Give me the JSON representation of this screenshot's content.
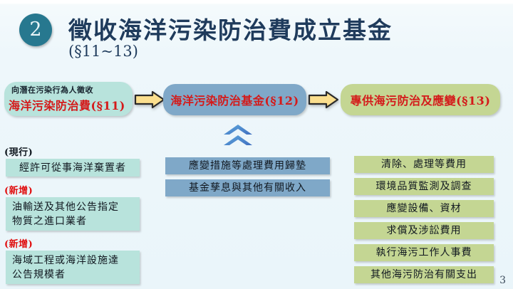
{
  "slide": {
    "number_badge": "2",
    "title": "徵收海洋污染防治費成立基金",
    "subtitle": "(§11~13)",
    "page_number": "3"
  },
  "flow": {
    "step1": {
      "small_text": "向潛在污染行為人徵收",
      "main_text": "海洋污染防治費(§11)",
      "color": "#b8e3dc"
    },
    "arrow1": "arrow-right-icon",
    "step2": {
      "main_text": "海洋污染防治基金(§12)",
      "color": "#7fa8c8"
    },
    "arrow2": "arrow-right-icon",
    "step3": {
      "main_text": "專供海污防治及應變(§13)",
      "color": "#c4d693"
    },
    "chevron": "double-chevron-up-icon"
  },
  "left_column": {
    "items": [
      {
        "tag": "(現行)",
        "tag_type": "current",
        "lines": [
          "經許可從事海洋棄置者"
        ]
      },
      {
        "tag": "(新增)",
        "tag_type": "new",
        "lines": [
          "油輸送及其他公告指定",
          "物質之進口業者"
        ]
      },
      {
        "tag": "(新增)",
        "tag_type": "new",
        "lines": [
          "海域工程或海洋設施達",
          "公告規模者"
        ]
      }
    ]
  },
  "middle_column": {
    "items": [
      "應變措施等處理費用歸墊",
      "基金孳息與其他有關收入"
    ]
  },
  "right_column": {
    "items": [
      "清除、處理等費用",
      "環境品質監測及調查",
      "應變設備、資材",
      "求償及涉訟費用",
      "執行海污工作人事費",
      "其他海污防治有關支出"
    ]
  },
  "colors": {
    "teal": "#b8e3dc",
    "blue": "#7fa8c8",
    "green": "#c4d693",
    "badge_teal": "#27788f",
    "title_navy": "#1f3b5c",
    "red": "#d41a1a",
    "arrow_yellow": "#fbdf8e"
  }
}
